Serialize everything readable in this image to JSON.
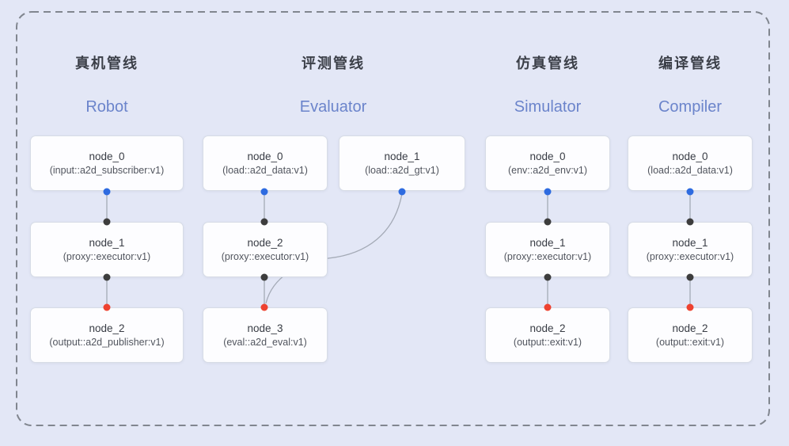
{
  "figure_title": "pipeline-architecture-diagram",
  "colors": {
    "background": "#e3e7f6",
    "frame_dash": "#81868f",
    "node_border": "#d7dce6",
    "node_bg": "#fdfdff",
    "edge_line": "#a4aab6",
    "title_zh": "#3b3f48",
    "title_en": "#6b84cb",
    "dot_blue": "#2e6be0",
    "dot_black": "#3d3d3d",
    "dot_red": "#ee4230"
  },
  "pipelines": [
    {
      "title_zh": "真机管线",
      "title_en": "Robot",
      "nodes": [
        {
          "title": "node_0",
          "subtitle": "(input::a2d_subscriber:v1)"
        },
        {
          "title": "node_1",
          "subtitle": "(proxy::executor:v1)"
        },
        {
          "title": "node_2",
          "subtitle": "(output::a2d_publisher:v1)"
        }
      ]
    },
    {
      "title_zh": "评测管线",
      "title_en": "Evaluator",
      "nodes": [
        {
          "title": "node_0",
          "subtitle": "(load::a2d_data:v1)"
        },
        {
          "title": "node_1",
          "subtitle": "(load::a2d_gt:v1)"
        },
        {
          "title": "node_2",
          "subtitle": "(proxy::executor:v1)"
        },
        {
          "title": "node_3",
          "subtitle": "(eval::a2d_eval:v1)"
        }
      ]
    },
    {
      "title_zh": "仿真管线",
      "title_en": "Simulator",
      "nodes": [
        {
          "title": "node_0",
          "subtitle": "(env::a2d_env:v1)"
        },
        {
          "title": "node_1",
          "subtitle": "(proxy::executor:v1)"
        },
        {
          "title": "node_2",
          "subtitle": "(output::exit:v1)"
        }
      ]
    },
    {
      "title_zh": "编译管线",
      "title_en": "Compiler",
      "nodes": [
        {
          "title": "node_0",
          "subtitle": "(load::a2d_data:v1)"
        },
        {
          "title": "node_1",
          "subtitle": "(proxy::executor:v1)"
        },
        {
          "title": "node_2",
          "subtitle": "(output::exit:v1)"
        }
      ]
    }
  ]
}
